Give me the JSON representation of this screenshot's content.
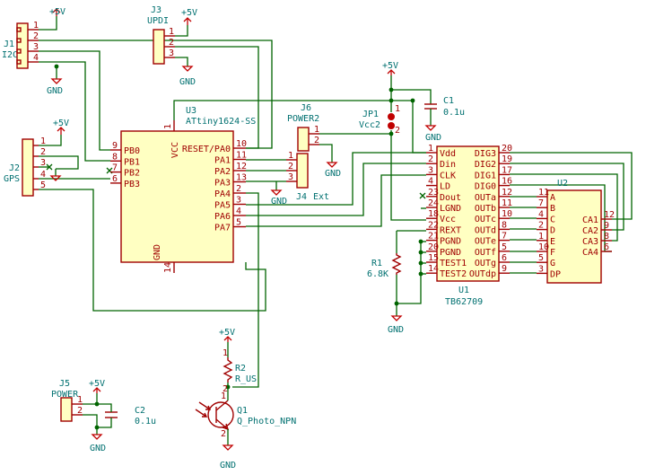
{
  "power": {
    "vcc": "+5V",
    "gnd": "GND"
  },
  "j1": {
    "ref": "J1",
    "value": "I2C",
    "pins": [
      "1",
      "2",
      "3",
      "4"
    ]
  },
  "j2": {
    "ref": "J2",
    "value": "GPS",
    "pins": [
      "1",
      "2",
      "3",
      "4",
      "5"
    ]
  },
  "j3": {
    "ref": "J3",
    "value": "UPDI",
    "pins": [
      "1",
      "2",
      "3"
    ]
  },
  "j5": {
    "ref": "J5",
    "value": "POWER",
    "pins": [
      "1",
      "2"
    ]
  },
  "j6": {
    "ref": "J6",
    "value": "POWER2",
    "pins": [
      "1",
      "2"
    ]
  },
  "j4": {
    "ref": "J4",
    "value": "Ext",
    "pins": [
      "1",
      "2",
      "3"
    ]
  },
  "jp1": {
    "ref": "JP1",
    "value": "Vcc2",
    "pins": [
      "1",
      "2"
    ]
  },
  "u3": {
    "ref": "U3",
    "value": "ATtiny1624-SS",
    "vcc": "VCC",
    "gnd": "GND",
    "vcc_pin": "1",
    "gnd_pin": "14",
    "left": [
      {
        "name": "PB0",
        "num": "9"
      },
      {
        "name": "PB1",
        "num": "8"
      },
      {
        "name": "PB2",
        "num": "7"
      },
      {
        "name": "PB3",
        "num": "6"
      }
    ],
    "right": [
      {
        "name": "RESET/PA0",
        "num": "10"
      },
      {
        "name": "PA1",
        "num": "11"
      },
      {
        "name": "PA2",
        "num": "12"
      },
      {
        "name": "PA3",
        "num": "13"
      },
      {
        "name": "PA4",
        "num": "2"
      },
      {
        "name": "PA5",
        "num": "3"
      },
      {
        "name": "PA6",
        "num": "4"
      },
      {
        "name": "PA7",
        "num": "5"
      }
    ]
  },
  "u1": {
    "ref": "U1",
    "value": "TB62709",
    "left": [
      {
        "name": "Vdd",
        "num": "1"
      },
      {
        "name": "Din",
        "num": "2"
      },
      {
        "name": "CLK",
        "num": "3"
      },
      {
        "name": "LD",
        "num": "4"
      },
      {
        "name": "Dout",
        "num": "23"
      },
      {
        "name": "LGND",
        "num": "24"
      },
      {
        "name": "Vcc",
        "num": "18"
      },
      {
        "name": "REXT",
        "num": "22"
      },
      {
        "name": "PGND",
        "num": "21"
      },
      {
        "name": "PGND",
        "num": "20"
      },
      {
        "name": "TEST1",
        "num": "15"
      },
      {
        "name": "TEST2",
        "num": "14"
      }
    ],
    "right": [
      {
        "name": "DIG3",
        "num": "20"
      },
      {
        "name": "DIG2",
        "num": "19"
      },
      {
        "name": "DIG1",
        "num": "17"
      },
      {
        "name": "DIG0",
        "num": "16"
      },
      {
        "name": "OUTa",
        "num": "12"
      },
      {
        "name": "OUTb",
        "num": "11"
      },
      {
        "name": "OUTc",
        "num": "10"
      },
      {
        "name": "OUTd",
        "num": "8"
      },
      {
        "name": "OUTe",
        "num": "7"
      },
      {
        "name": "OUTf",
        "num": "5"
      },
      {
        "name": "OUTg",
        "num": "6"
      },
      {
        "name": "OUTdp",
        "num": "9"
      }
    ]
  },
  "u2": {
    "ref": "U2",
    "left": [
      {
        "name": "A",
        "num": "11"
      },
      {
        "name": "B",
        "num": "7"
      },
      {
        "name": "C",
        "num": "4"
      },
      {
        "name": "D",
        "num": "2"
      },
      {
        "name": "E",
        "num": "1"
      },
      {
        "name": "F",
        "num": "10"
      },
      {
        "name": "G",
        "num": "5"
      },
      {
        "name": "DP",
        "num": "3"
      }
    ],
    "right": [
      {
        "name": "CA1",
        "num": "12"
      },
      {
        "name": "CA2",
        "num": "9"
      },
      {
        "name": "CA3",
        "num": "8"
      },
      {
        "name": "CA4",
        "num": "6"
      }
    ]
  },
  "c1": {
    "ref": "C1",
    "value": "0.1u"
  },
  "c2": {
    "ref": "C2",
    "value": "0.1u"
  },
  "r1": {
    "ref": "R1",
    "value": "6.8K"
  },
  "r2": {
    "ref": "R2",
    "value": "R_US",
    "pins": [
      "1",
      "2"
    ]
  },
  "q1": {
    "ref": "Q1",
    "value": "Q_Photo_NPN",
    "pins": [
      "1",
      "2"
    ]
  }
}
